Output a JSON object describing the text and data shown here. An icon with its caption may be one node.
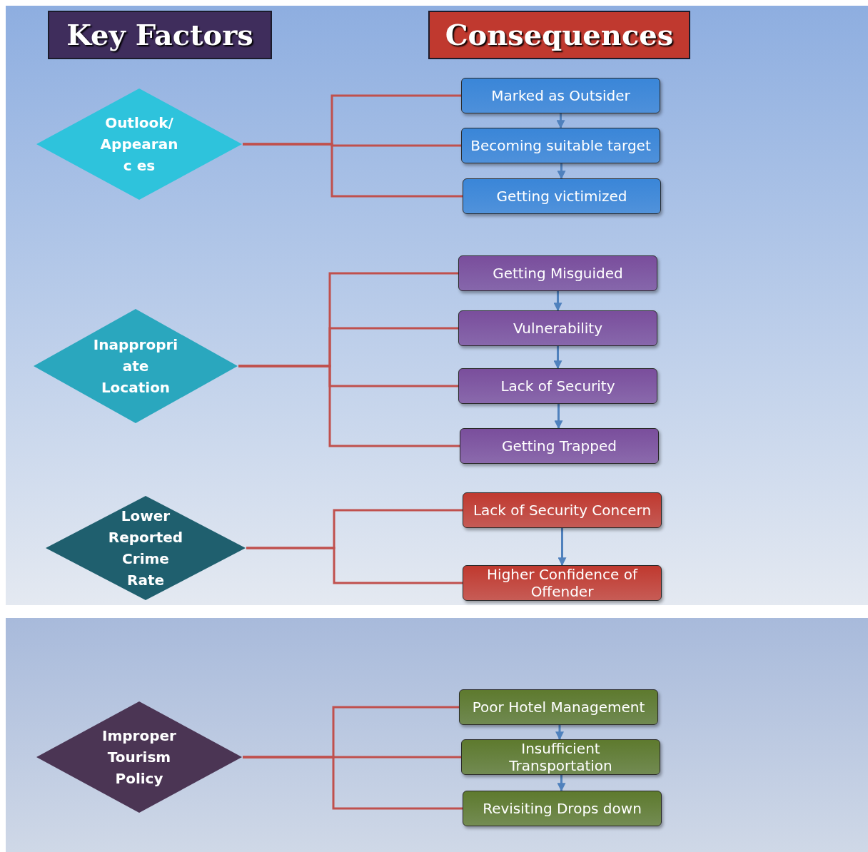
{
  "diagram": {
    "nodes": [
      {
        "text": [
          "Key Factors"
        ]
      },
      {
        "text": [
          "Consequences"
        ]
      },
      {
        "text": [
          "Outlook/ Appearanc es"
        ]
      },
      {
        "text": [
          "Marked as Outsider"
        ]
      },
      {
        "text": [
          "Becoming suitable target"
        ]
      },
      {
        "text": [
          "Getting victimized"
        ]
      },
      {
        "text": [
          "Inappropri ate Location"
        ]
      },
      {
        "text": [
          "Getting Misguided"
        ]
      },
      {
        "text": [
          "Vulnerability"
        ]
      },
      {
        "text": [
          "Lack of Security"
        ]
      },
      {
        "text": [
          "Getting Trapped"
        ]
      },
      {
        "text": [
          "Lower Reported Crime Rate"
        ]
      },
      {
        "text": [
          "Lack of Security Concern"
        ]
      },
      {
        "text": [
          "Higher Confidence of Offender"
        ]
      },
      {
        "text": [
          "Improper Tourism Policy"
        ]
      },
      {
        "text": [
          "Poor Hotel Management"
        ]
      },
      {
        "text": [
          "Insufficient Transportation"
        ]
      },
      {
        "text": [
          "Revisiting Drops down"
        ]
      }
    ],
    "edges": [
      {
        "from": 2,
        "to": 3,
        "arrow": "none"
      },
      {
        "from": 2,
        "to": 4,
        "arrow": "none"
      },
      {
        "from": 2,
        "to": 5,
        "arrow": "none"
      },
      {
        "from": 3,
        "to": 4,
        "arrow": "to",
        "color": "#4f81bd"
      },
      {
        "from": 4,
        "to": 5,
        "arrow": "to",
        "color": "#4f81bd"
      },
      {
        "from": 6,
        "to": 7,
        "arrow": "none"
      },
      {
        "from": 6,
        "to": 8,
        "arrow": "none"
      },
      {
        "from": 6,
        "to": 9,
        "arrow": "none"
      },
      {
        "from": 6,
        "to": 10,
        "arrow": "none"
      },
      {
        "from": 7,
        "to": 8,
        "arrow": "to",
        "color": "#4f81bd"
      },
      {
        "from": 8,
        "to": 9,
        "arrow": "to",
        "color": "#4f81bd"
      },
      {
        "from": 9,
        "to": 10,
        "arrow": "to",
        "color": "#4f81bd"
      },
      {
        "from": 11,
        "to": 12,
        "arrow": "none"
      },
      {
        "from": 11,
        "to": 13,
        "arrow": "none"
      },
      {
        "from": 12,
        "to": 13,
        "arrow": "to",
        "color": "#4f81bd"
      },
      {
        "from": 14,
        "to": 15,
        "arrow": "none"
      },
      {
        "from": 14,
        "to": 16,
        "arrow": "none"
      },
      {
        "from": 14,
        "to": 17,
        "arrow": "none"
      },
      {
        "from": 15,
        "to": 16,
        "arrow": "to",
        "color": "#4f81bd"
      },
      {
        "from": 16,
        "to": 17,
        "arrow": "to",
        "color": "#4f81bd"
      }
    ]
  }
}
